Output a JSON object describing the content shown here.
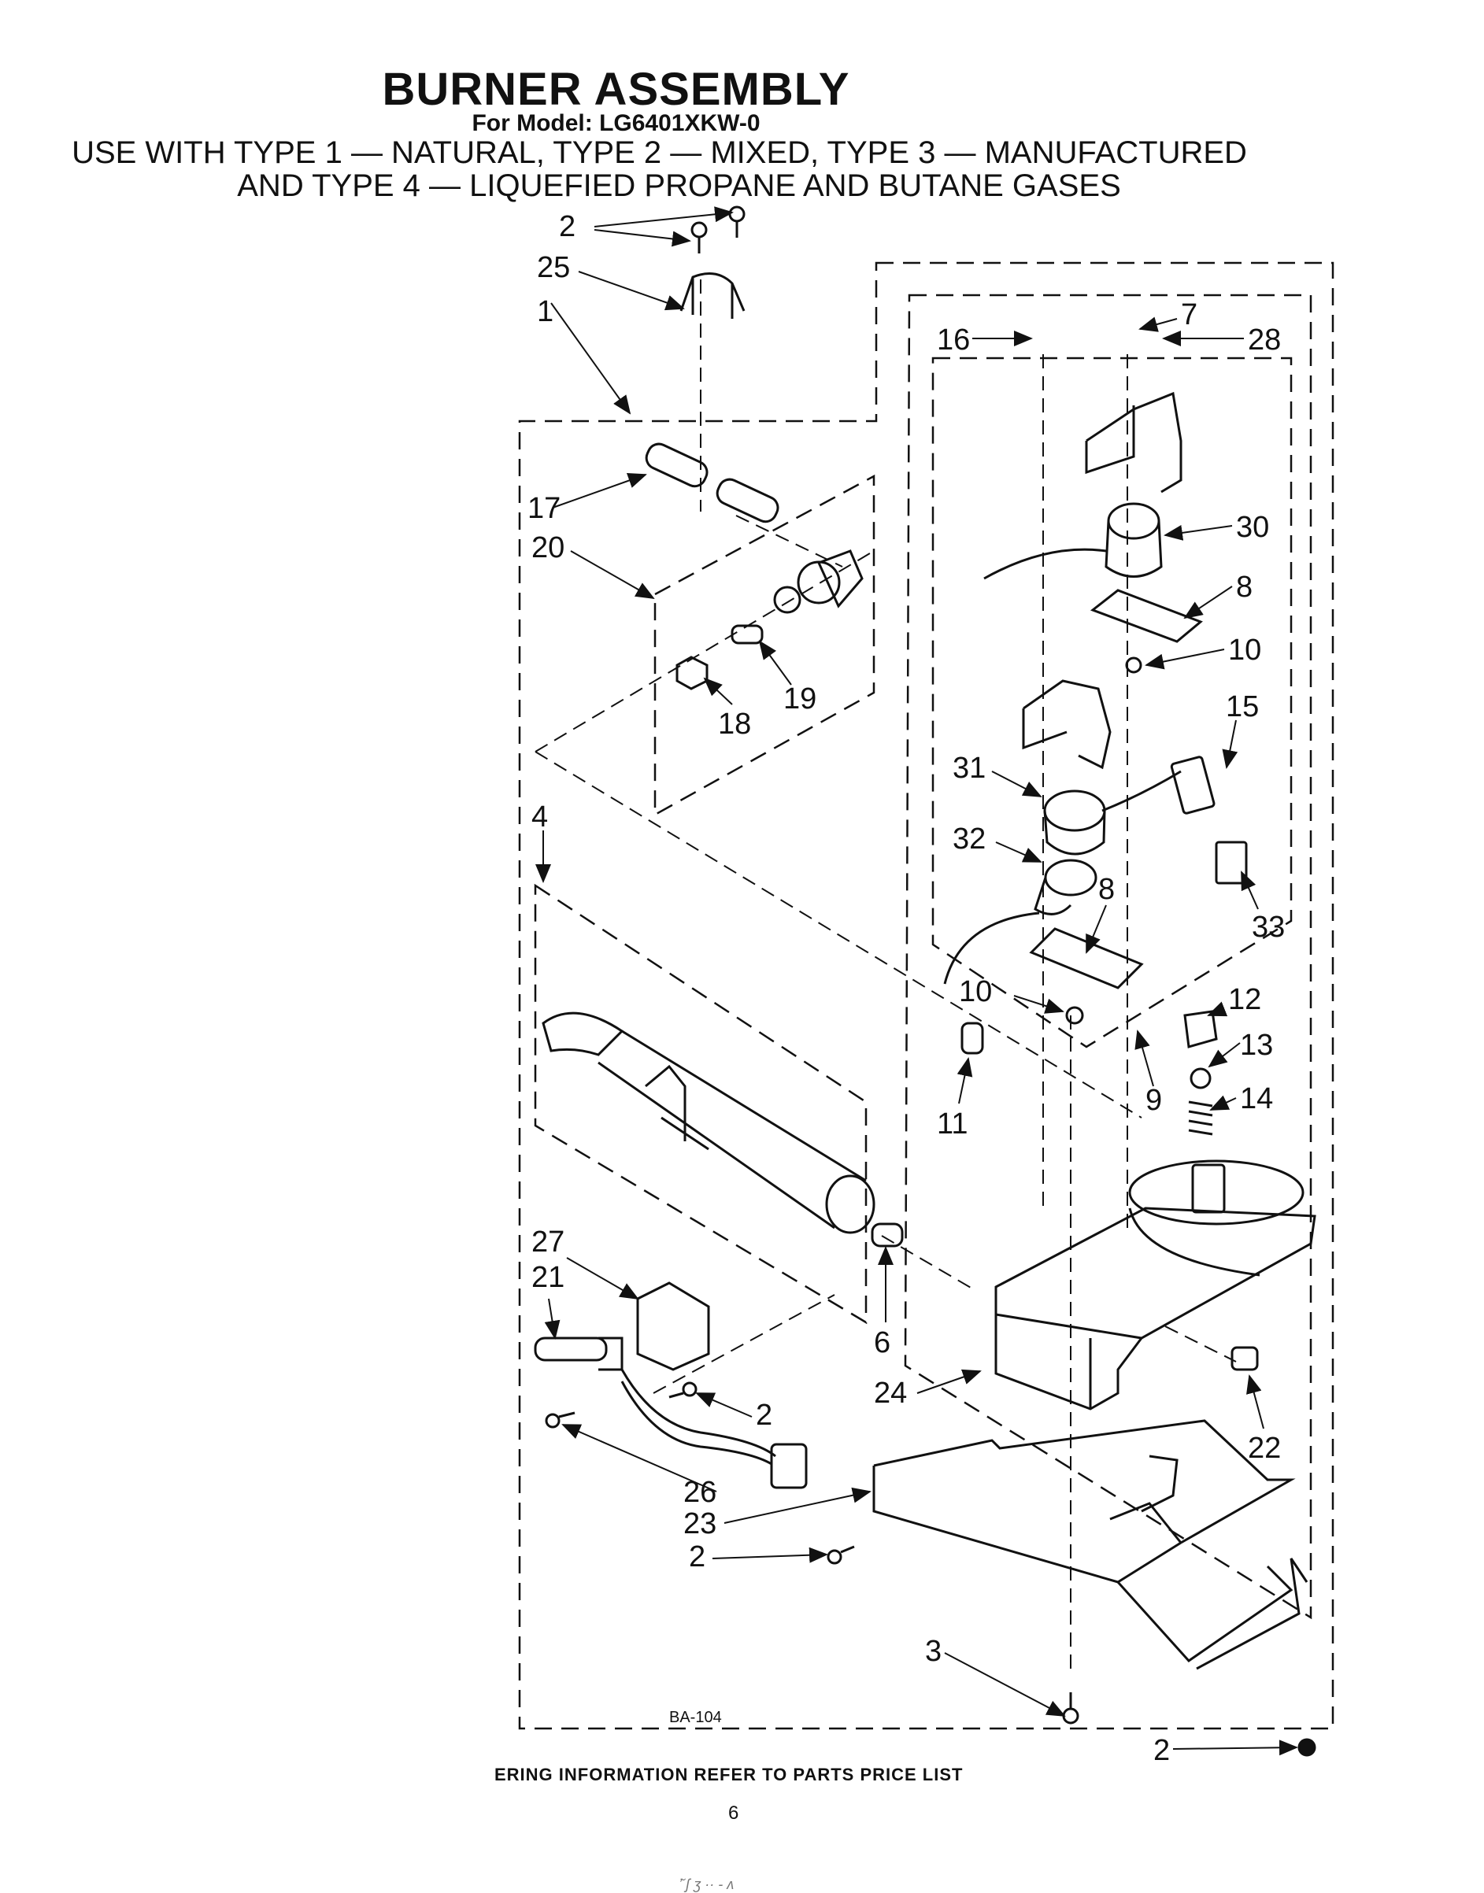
{
  "header": {
    "title": "BURNER ASSEMBLY",
    "model_line": "For Model: LG6401XKW-0",
    "usage_line1": "USE WITH TYPE 1 — NATURAL, TYPE 2 — MIXED, TYPE 3 — MANUFACTURED",
    "usage_line2": "AND TYPE 4 — LIQUEFIED PROPANE AND BUTANE GASES"
  },
  "callouts": [
    "2",
    "25",
    "1",
    "16",
    "7",
    "28",
    "30",
    "8",
    "10",
    "15",
    "17",
    "20",
    "19",
    "18",
    "31",
    "32",
    "8",
    "33",
    "4",
    "10",
    "12",
    "13",
    "9",
    "14",
    "11",
    "27",
    "21",
    "6",
    "2",
    "24",
    "22",
    "26",
    "23",
    "2",
    "3",
    "2"
  ],
  "figure_code": "BA-104",
  "footer": {
    "ordering_note": "ERING INFORMATION REFER TO PARTS PRICE LIST",
    "page_number": "6",
    "scan_mark": "ʼ̆ ʃ ʒ ·· ‐ ʌ"
  }
}
